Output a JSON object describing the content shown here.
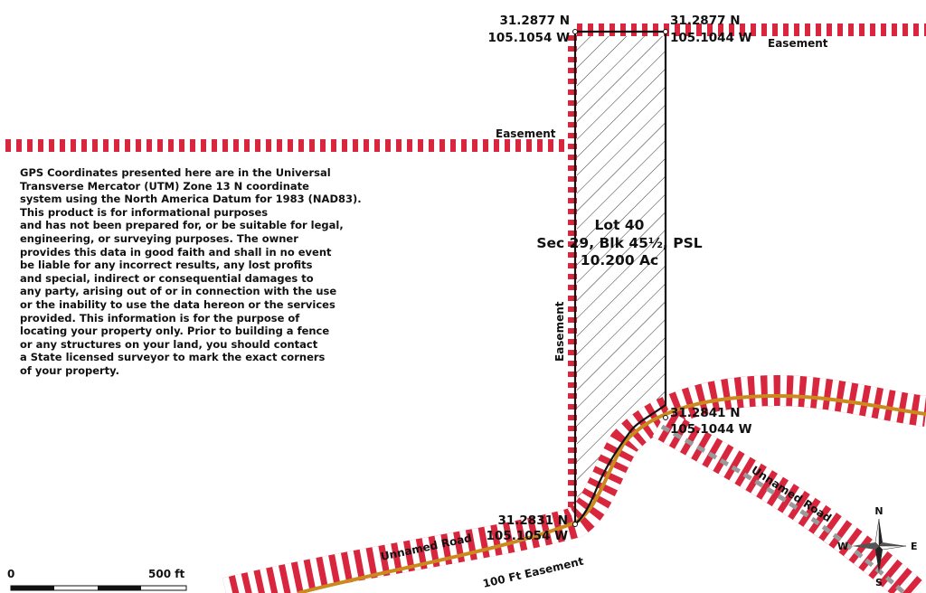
{
  "lot": {
    "name": "Lot 40",
    "legal": "Sec 29, Blk 45½, PSL",
    "area": "10.200 Ac"
  },
  "corners": {
    "nw": {
      "lat": "31.2877 N",
      "lon": "105.1054 W"
    },
    "ne": {
      "lat": "31.2877 N",
      "lon": "105.1044 W"
    },
    "se": {
      "lat": "31.2841 N",
      "lon": "105.1044 W"
    },
    "sw": {
      "lat": "31.2831 N",
      "lon": "105.1054 W"
    }
  },
  "labels": {
    "easement_top": "Easement",
    "easement_left": "Easement",
    "easement_vertical": "Easement",
    "unnamed_road_left": "Unnamed Road",
    "unnamed_road_right": "Unnamed Road",
    "easement_100ft": "100 Ft Easement"
  },
  "compass": {
    "n": "N",
    "s": "S",
    "e": "E",
    "w": "W"
  },
  "scale": {
    "start": "0",
    "end": "500 ft"
  },
  "disclaimer": "GPS Coordinates presented here are in the Universal\nTransverse Mercator (UTM) Zone 13 N coordinate\nsystem using the North America Datum for 1983 (NAD83).\nThis product is for informational purposes\nand has not been prepared for, or be suitable for legal,\nengineering, or surveying purposes. The owner\nprovides this data in good faith and shall in no event\nbe liable for any incorrect results, any lost profits\nand special, indirect or consequential damages to\nany party, arising out of or in connection with the use\nor the inability to use the data hereon or the services\nprovided. This information is for the purpose of\nlocating your property only.  Prior to building a fence\nor any structures on your land, you should contact\na State licensed surveyor to mark the exact corners\nof your property.",
  "colors": {
    "easement_red": "#d7263d",
    "road_orange": "#c98a1e",
    "road_gray": "#9a9a9a",
    "boundary": "#111111"
  }
}
